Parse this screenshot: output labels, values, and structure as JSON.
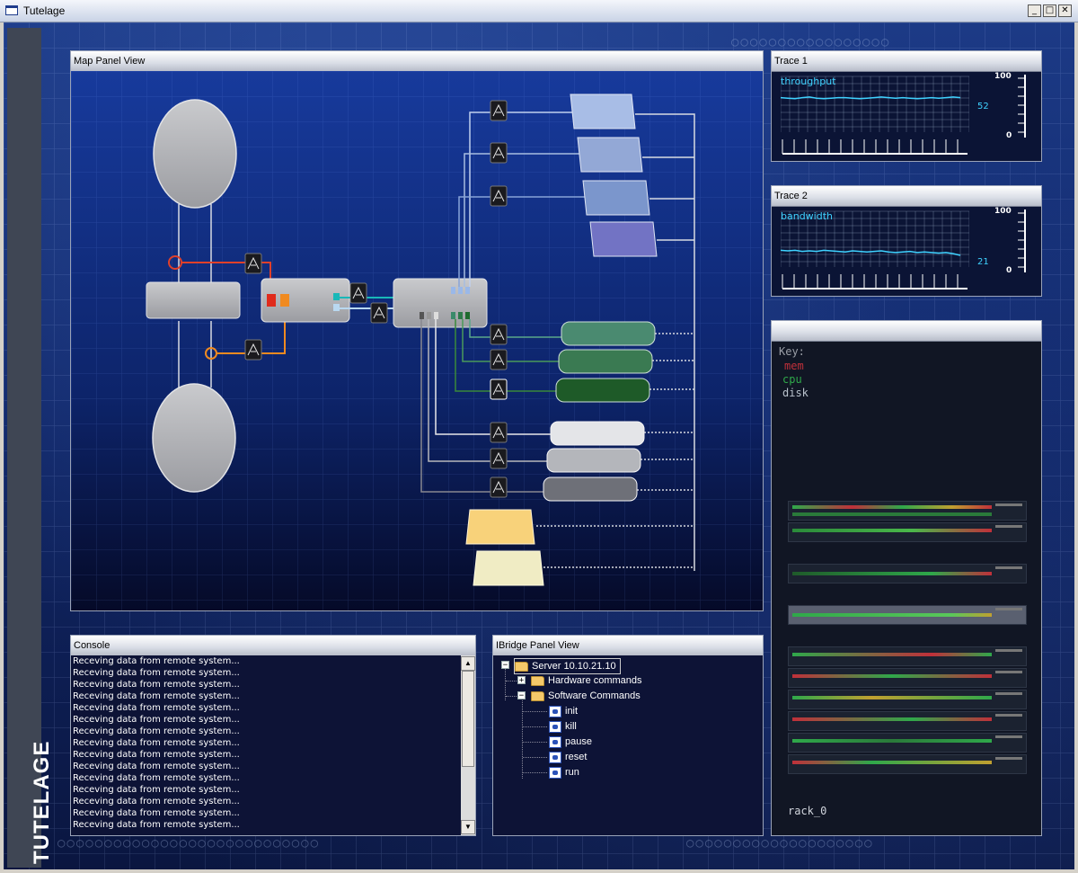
{
  "window": {
    "title": "Tutelage",
    "minimize_glyph": "_",
    "maximize_glyph": "□",
    "close_glyph": "✕"
  },
  "brand": "TUTELAGE",
  "map_panel": {
    "title": "Map Panel View"
  },
  "trace1": {
    "title": "Trace 1",
    "metric": "throughput",
    "current": "52",
    "scale_max": "100",
    "scale_min": "0",
    "series": [
      62,
      61,
      60,
      62,
      63,
      61,
      60,
      61,
      62,
      62,
      61,
      60,
      61,
      62,
      63,
      62,
      61,
      62,
      61,
      60,
      61,
      62,
      61,
      62,
      63,
      62
    ]
  },
  "trace2": {
    "title": "Trace 2",
    "metric": "bandwidth",
    "current": "21",
    "scale_max": "100",
    "scale_min": "0",
    "series": [
      30,
      29,
      30,
      28,
      29,
      28,
      30,
      29,
      28,
      27,
      29,
      28,
      27,
      28,
      29,
      27,
      26,
      27,
      28,
      26,
      27,
      26,
      25,
      26,
      24,
      21
    ]
  },
  "rack_panel": {
    "key_title": "Key:",
    "key_items": [
      {
        "label": "mem",
        "color": "#c0303a"
      },
      {
        "label": "cpu",
        "color": "#2fa84a"
      },
      {
        "label": "disk",
        "color": "#b9c2cc"
      }
    ],
    "rack_label": "rack_0"
  },
  "console": {
    "title": "Console",
    "lines": [
      "Receving data from remote system...",
      "Receving data from remote system...",
      "Receving data from remote system...",
      "Receving data from remote system...",
      "Receving data from remote system...",
      "Receving data from remote system...",
      "Receving data from remote system...",
      "Receving data from remote system...",
      "Receving data from remote system...",
      "Receving data from remote system...",
      "Receving data from remote system...",
      "Receving data from remote system...",
      "Receving data from remote system...",
      "Receving data from remote system...",
      "Receving data from remote system..."
    ],
    "scroll_up": "▲",
    "scroll_down": "▼"
  },
  "ibridge": {
    "title": "IBridge Panel View",
    "server": "Server 10.10.21.10",
    "hardware": "Hardware commands",
    "software": "Software Commands",
    "commands": [
      "init",
      "kill",
      "pause",
      "reset",
      "run"
    ],
    "expand_glyph": "+",
    "collapse_glyph": "−"
  },
  "colors": {
    "accent_cyan": "#3fd2ff",
    "link_red": "#e0402a",
    "link_orange": "#f08a20",
    "link_teal": "#19b8b8"
  }
}
